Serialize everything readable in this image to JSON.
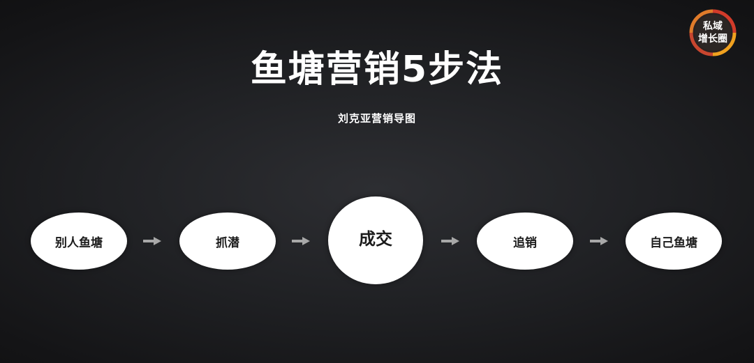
{
  "logo": {
    "line1": "私域",
    "line2": "增长圈"
  },
  "title": "鱼塘营销5步法",
  "subtitle": "刘克亚营销导图",
  "steps": [
    "别人鱼塘",
    "抓潜",
    "成交",
    "追销",
    "自己鱼塘"
  ],
  "colors": {
    "node_fill": "#ffffff",
    "arrow": "#a8a8a8",
    "logo_ring": [
      "#d23b2a",
      "#f0a11f",
      "#9ec03b",
      "#4f8fd3"
    ]
  }
}
